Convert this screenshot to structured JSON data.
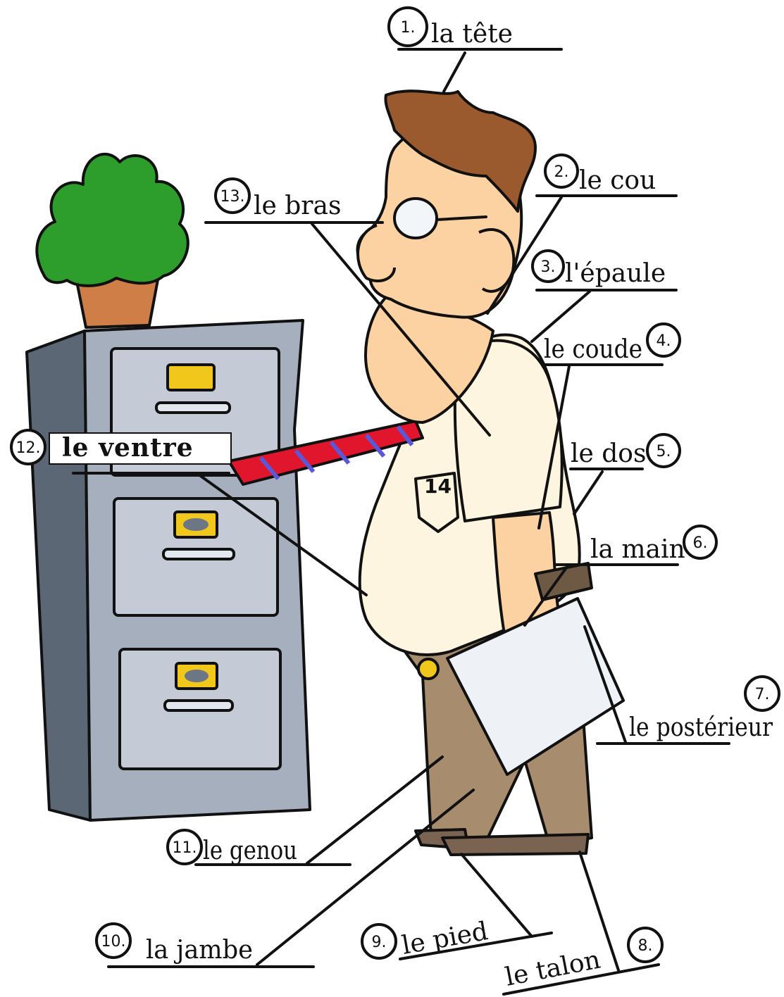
{
  "colors": {
    "skin": "#fcd2a2",
    "hair": "#9b5a2e",
    "shirt": "#fdf5df",
    "pants": "#a78c6e",
    "cabinet": "#a6afbd",
    "cabinet_dark": "#5c6776",
    "drawer_face": "#c4cbd7",
    "handle_yellow": "#f1c71b",
    "tie_red": "#e1162c",
    "tie_blue": "#5a58d6",
    "plant_green": "#2d9d2c",
    "pot": "#cf7e48",
    "ink": "#111111"
  },
  "labels": [
    {
      "num": "1.",
      "text": "la tête"
    },
    {
      "num": "2.",
      "text": "le cou"
    },
    {
      "num": "3.",
      "text": "l'épaule"
    },
    {
      "num": "4.",
      "text": "le coude"
    },
    {
      "num": "5.",
      "text": "le dos"
    },
    {
      "num": "6.",
      "text": "la main"
    },
    {
      "num": "7.",
      "text": "le postérieur"
    },
    {
      "num": "8.",
      "text": "le talon"
    },
    {
      "num": "9.",
      "text": "le pied"
    },
    {
      "num": "10.",
      "text": "la jambe"
    },
    {
      "num": "11.",
      "text": "le genou"
    },
    {
      "num": "12.",
      "text": "le ventre"
    },
    {
      "num": "13.",
      "text": "le bras"
    }
  ],
  "pocket_text": "14"
}
